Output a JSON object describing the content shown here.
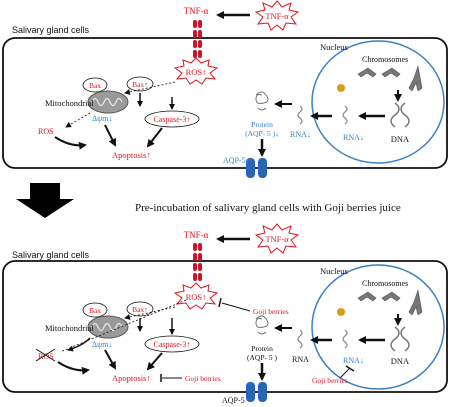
{
  "colors": {
    "red": "#e0161e",
    "blue": "#3a7fc4",
    "receptor": "#c8162a",
    "channel": "#2a64b6",
    "outline": "#111111"
  },
  "top": {
    "cell_title": "Salivary gland cells",
    "tnf_label": "TNF-α",
    "tnf_star": "TNF-α",
    "ros_star": "ROS↑",
    "bax_left": "Bax",
    "bax_right": "Bax↑",
    "mito_label": "Mitochondrial",
    "delta_psi": "Δψm↓",
    "ros_label": "ROS",
    "caspase": "Caspase-3↑",
    "apoptosis": "Apoptosis↑",
    "nucleus": "Nucleus",
    "chromosomes": "Chromosomes",
    "dna": "DNA",
    "rna_nuc": "RNA↓",
    "rna_cyto": "RNA↓",
    "protein": "Protein",
    "protein_sub": "(AQP- 5 )↓",
    "aqp": "AQP-5↓"
  },
  "middle": {
    "caption": "Pre-incubation of salivary gland cells with Goji berries juice"
  },
  "bottom": {
    "cell_title": "Salivary gland cells",
    "tnf_label": "TNF-α",
    "tnf_star": "TNF-α",
    "ros_star": "ROS↑",
    "bax_left": "Bax",
    "bax_right": "Bax↑",
    "mito_label": "Mitochondrial",
    "delta_psi": "Δψm↓",
    "ros_crossed": "ROS",
    "caspase": "Caspase-3↑",
    "apoptosis": "Apoptosis↑",
    "goji_ros": "Goji berries",
    "goji_apoptosis": "Goji berries",
    "goji_rna": "Goji berries",
    "nucleus": "Nucleus",
    "chromosomes": "Chromosomes",
    "dna": "DNA",
    "rna_nuc": "RNA↓",
    "rna_cyto": "RNA",
    "protein": "Protein",
    "protein_sub": "(AQP- 5 )",
    "aqp": "AQP-5"
  }
}
